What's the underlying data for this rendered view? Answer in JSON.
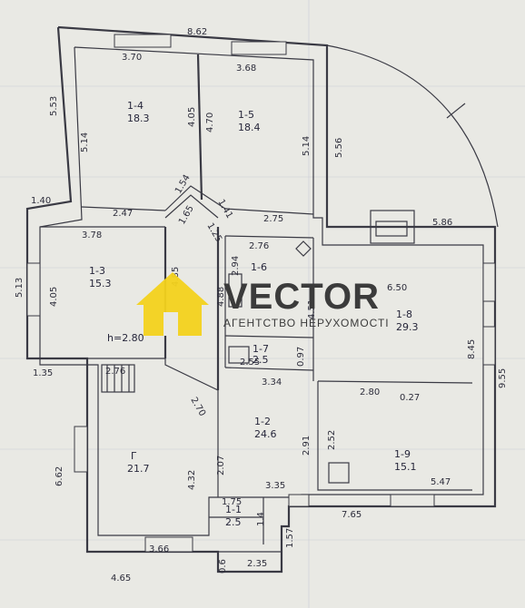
{
  "plan": {
    "rooms": [
      {
        "id": "room-1-4",
        "number": "1-4",
        "area": "18.3"
      },
      {
        "id": "room-1-5",
        "number": "1-5",
        "area": "18.4"
      },
      {
        "id": "room-1-3",
        "number": "1-3",
        "area": "15.3",
        "height": "h=2.80"
      },
      {
        "id": "room-1-6",
        "number": "1-6",
        "area": ""
      },
      {
        "id": "room-1-7",
        "number": "1-7",
        "area": "2.5"
      },
      {
        "id": "room-1-8",
        "number": "1-8",
        "area": "29.3"
      },
      {
        "id": "room-1-9",
        "number": "1-9",
        "area": "15.1"
      },
      {
        "id": "room-1-2",
        "number": "1-2",
        "area": "24.6"
      },
      {
        "id": "room-1-1",
        "number": "1-1",
        "area": "2.5"
      },
      {
        "id": "room-garage",
        "number": "Г",
        "area": "21.7"
      }
    ],
    "dimensions": {
      "d862": "8.62",
      "d370": "3.70",
      "d368": "3.68",
      "d553": "5.53",
      "d514a": "5.14",
      "d405a": "4.05",
      "d470": "4.70",
      "d514b": "5.14",
      "d556": "5.56",
      "d140": "1.40",
      "d247": "2.47",
      "d154": "1.54",
      "d165": "1.65",
      "d125": "1.25",
      "d141": "1.41",
      "d275": "2.75",
      "d586": "5.86",
      "d513": "5.13",
      "d378": "3.78",
      "d405b": "4.05",
      "d276a": "2.76",
      "d294": "2.94",
      "d488": "4.88",
      "d451": "4.51",
      "d650": "6.50",
      "d255": "2.55",
      "d097": "0.97",
      "d334": "3.34",
      "d845": "8.45",
      "d955": "9.55",
      "d135": "1.35",
      "d276b": "2.76",
      "d270": "2.70",
      "d280": "2.80",
      "d027": "0.27",
      "d252": "2.52",
      "d291": "2.91",
      "d662": "6.62",
      "d432": "4.32",
      "d207": "2.07",
      "d335": "3.35",
      "d547": "5.47",
      "d175": "1.75",
      "d14": "1.4",
      "d157": "1.57",
      "d765": "7.65",
      "d366": "3.66",
      "d465": "4.65",
      "d235": "2.35",
      "d06": "0.6",
      "d485": "4.85"
    }
  },
  "watermark": {
    "brand": "VECTOR",
    "tagline": "АГЕНТСТВО НЕРУХОМОСТІ",
    "colors": {
      "house": "#f3d21c",
      "text": "#3b3b3b"
    }
  },
  "colors": {
    "paper": "#e9e9e4",
    "ink": "#3a3a44",
    "grid": "#c9ccd6"
  }
}
